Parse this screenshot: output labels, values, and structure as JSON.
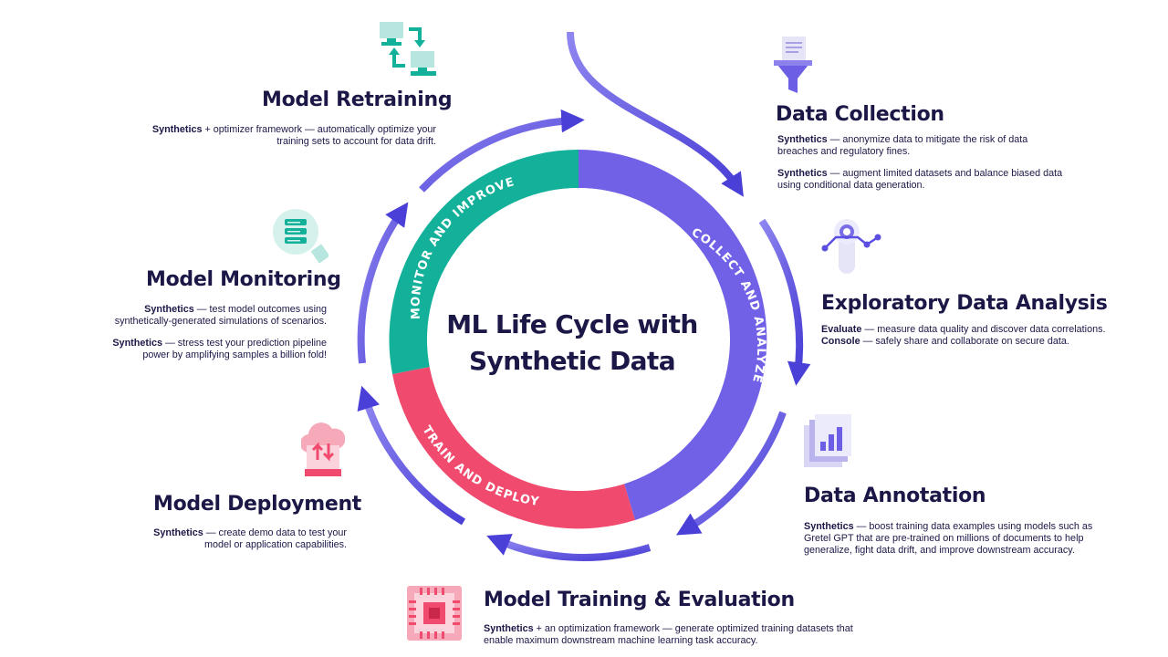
{
  "center": {
    "line1": "ML Life Cycle with",
    "line2": "Synthetic Data"
  },
  "ring": {
    "collect": {
      "label": "COLLECT AND ANALYZE",
      "color": "#7161e6"
    },
    "train": {
      "label": "TRAIN AND DEPLOY",
      "color": "#f04b6e"
    },
    "monitor": {
      "label": "MONITOR AND IMPROVE",
      "color": "#13b09a"
    }
  },
  "stages": {
    "data_collection": {
      "title": "Data Collection",
      "items": [
        {
          "bold": "Synthetics",
          "text": " — anonymize data to mitigate the risk of data breaches and regulatory fines."
        },
        {
          "bold": "Synthetics",
          "text": " — augment limited datasets and balance biased data using conditional data generation."
        }
      ]
    },
    "eda": {
      "title": "Exploratory Data Analysis",
      "items": [
        {
          "bold": "Evaluate",
          "text": " — measure data quality and discover data correlations."
        },
        {
          "bold": "Console",
          "text": " — safely share and collaborate on secure data."
        }
      ]
    },
    "annotation": {
      "title": "Data Annotation",
      "items": [
        {
          "bold": "Synthetics",
          "text": " — boost training data examples using models such as Gretel GPT that are pre-trained on millions of documents to help generalize, fight data drift, and improve downstream accuracy."
        }
      ]
    },
    "training": {
      "title": "Model Training & Evaluation",
      "items": [
        {
          "bold": "Synthetics",
          "text": " + an optimization framework — generate optimized training datasets that enable maximum downstream machine learning task accuracy."
        }
      ]
    },
    "deployment": {
      "title": "Model Deployment",
      "items": [
        {
          "bold": "Synthetics",
          "text": " — create demo data to test your model or application capabilities."
        }
      ]
    },
    "monitoring": {
      "title": "Model Monitoring",
      "items": [
        {
          "bold": "Synthetics",
          "text": " — test model outcomes using synthetically-generated simulations of scenarios."
        },
        {
          "bold": "Synthetics",
          "text": " — stress test your prediction pipeline power by amplifying samples a billion fold!"
        }
      ]
    },
    "retraining": {
      "title": "Model Retraining",
      "items": [
        {
          "bold": "Synthetics",
          "text": " + optimizer framework — automatically optimize your training sets to account for data drift."
        }
      ]
    }
  },
  "icons": {
    "data_collection": "funnel-document-icon",
    "eda": "data-analysis-icon",
    "annotation": "bar-chart-report-icon",
    "training": "microchip-icon",
    "deployment": "cloud-upload-icon",
    "monitoring": "database-magnifier-icon",
    "retraining": "computer-sync-icon"
  },
  "colors": {
    "arrow": "#5b4ee0",
    "navy_text": "#1b1847"
  }
}
